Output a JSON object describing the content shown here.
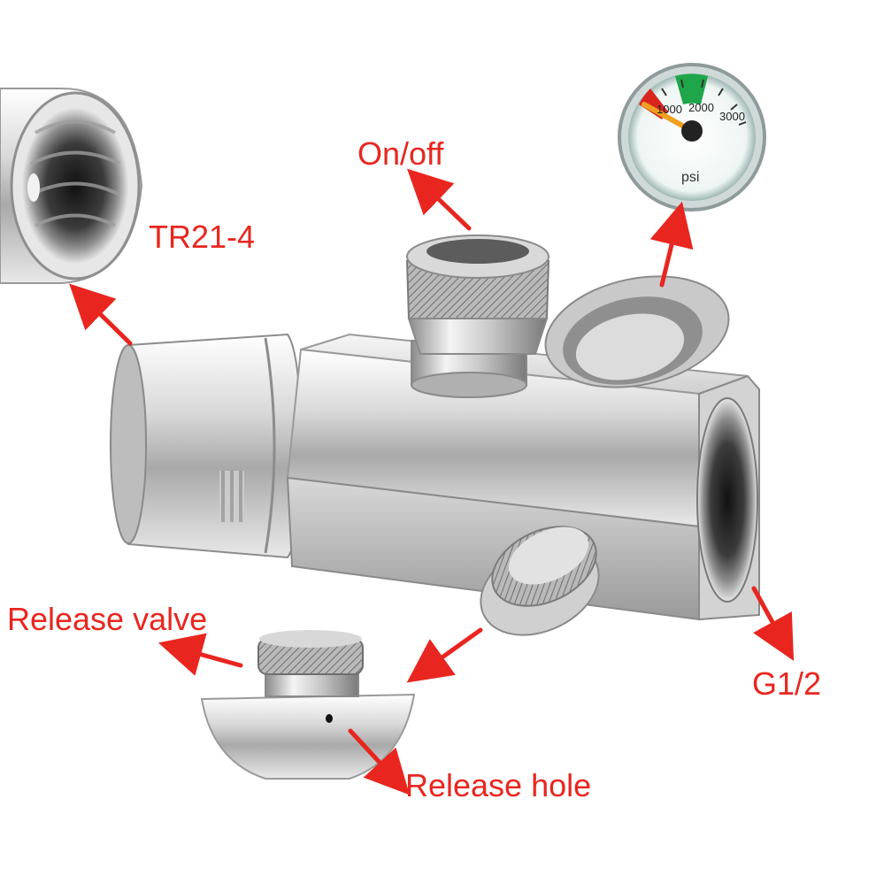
{
  "labels": {
    "on_off": "On/off",
    "tr21": "TR21-4",
    "release_valve": "Release valve",
    "g12": "G1/2",
    "release_hole": "Release hole"
  },
  "gauge": {
    "ticks": [
      "1000",
      "2000",
      "3000"
    ],
    "unit": "psi"
  },
  "colors": {
    "label": "#e8261f",
    "arrow": "#e8261f",
    "metal_light": "#f2f2f2",
    "metal_mid": "#c9c9c9",
    "metal_dark": "#6e6e6e",
    "gauge_green": "#1fa64a",
    "gauge_red": "#d8261f",
    "needle": "#f0a020"
  }
}
